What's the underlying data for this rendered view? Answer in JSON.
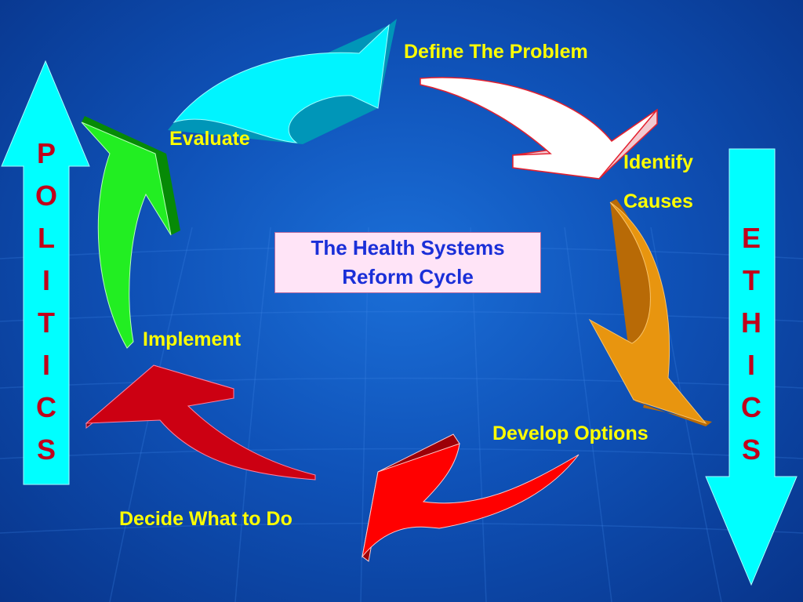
{
  "title": {
    "line1": "The Health Systems",
    "line2": "Reform Cycle"
  },
  "steps": {
    "define": "Define The Problem",
    "identify_1": "Identify",
    "identify_2": "Causes",
    "develop": "Develop Options",
    "decide": "Decide What to Do",
    "implement": "Implement",
    "evaluate": "Evaluate"
  },
  "side_words": {
    "left": [
      "P",
      "O",
      "L",
      "I",
      "T",
      "I",
      "C",
      "S"
    ],
    "right": [
      "E",
      "T",
      "H",
      "I",
      "C",
      "S"
    ]
  },
  "colors": {
    "background": "#0f52b8",
    "label_text": "#ffff00",
    "side_text": "#c0001a",
    "side_arrows": "#00ffff",
    "arrow_define": "#ffffff",
    "arrow_identify": "#e8950f",
    "arrow_develop": "#ff0000",
    "arrow_decide": "#cc0012",
    "arrow_implement": "#22ee22",
    "arrow_evaluate": "#00f4ff"
  }
}
